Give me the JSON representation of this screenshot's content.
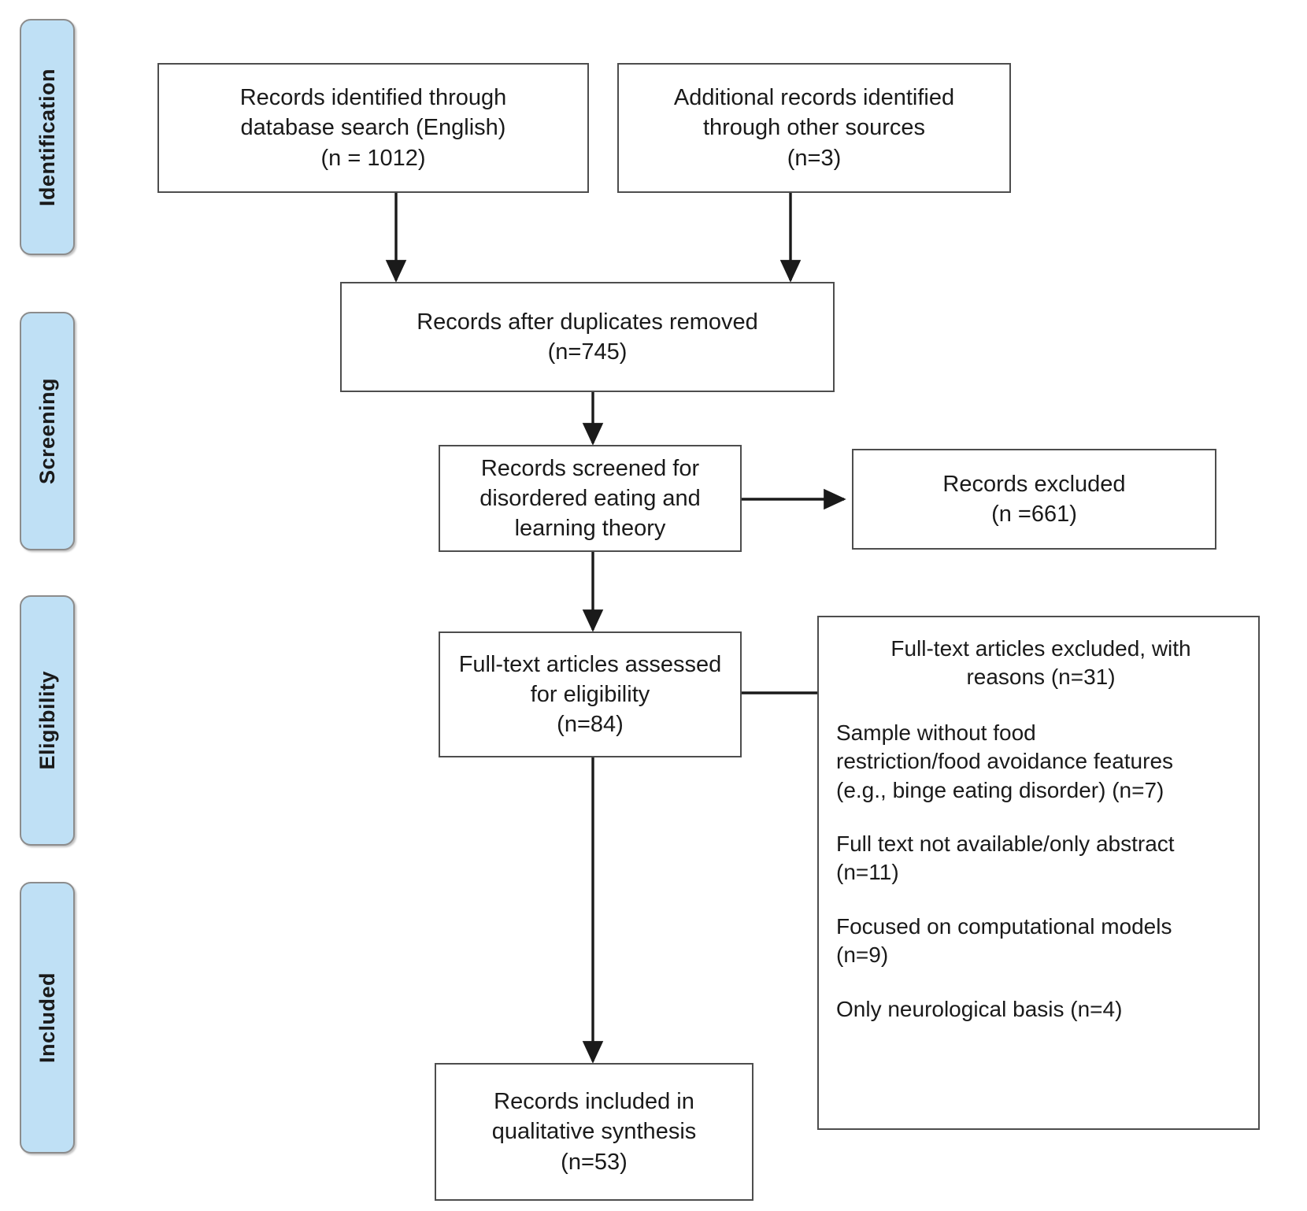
{
  "diagram": {
    "title": "PRISMA flow diagram",
    "accent_color": "#bfe0f5",
    "border_color": "#4d4d4d",
    "pill_border_color": "#8c8c8c"
  },
  "stages": [
    {
      "label": "Identification"
    },
    {
      "label": "Screening"
    },
    {
      "label": "Eligibility"
    },
    {
      "label": "Included"
    }
  ],
  "boxes": {
    "records_identified": "Records identified through\ndatabase search (English)\n(n = 1012)",
    "additional_records": "Additional records identified\nthrough other sources\n(n=3)",
    "after_duplicates": "Records after duplicates removed\n(n=745)",
    "records_screened": "Records screened for\ndisordered eating and\nlearning theory",
    "records_excluded": "Records excluded\n(n =661)",
    "fulltext_assessed": "Full-text articles assessed\nfor eligibility\n(n=84)",
    "records_included": "Records included in\nqualitative synthesis\n(n=53)"
  },
  "exclusions": {
    "heading": "Full-text articles excluded, with\nreasons (n=31)",
    "reasons": [
      "Sample without food\nrestriction/food avoidance features\n(e.g., binge eating disorder) (n=7)",
      "Full text not available/only abstract\n(n=11)",
      "Focused on computational models\n(n=9)",
      "Only neurological basis (n=4)"
    ]
  }
}
